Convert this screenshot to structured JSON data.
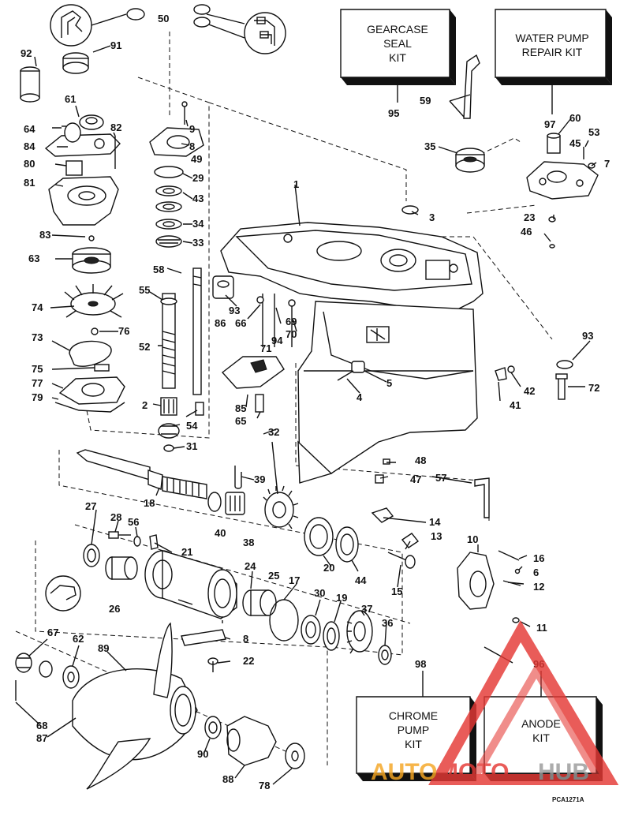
{
  "diagram": {
    "kits": [
      {
        "id": "95",
        "lines": [
          "GEARCASE",
          "SEAL",
          "KIT"
        ]
      },
      {
        "id": "97",
        "lines": [
          "WATER PUMP",
          "REPAIR KIT"
        ]
      },
      {
        "id": "98",
        "lines": [
          "CHROME",
          "PUMP",
          "KIT"
        ]
      },
      {
        "id": "96",
        "lines": [
          "ANODE",
          "KIT"
        ]
      }
    ],
    "part_numbers": [
      "50",
      "91",
      "92",
      "61",
      "64",
      "82",
      "84",
      "9",
      "8",
      "49",
      "80",
      "81",
      "29",
      "43",
      "34",
      "33",
      "83",
      "63",
      "58",
      "55",
      "74",
      "76",
      "73",
      "52",
      "75",
      "77",
      "79",
      "2",
      "54",
      "31",
      "1",
      "3",
      "59",
      "35",
      "60",
      "53",
      "45",
      "7",
      "23",
      "46",
      "93",
      "86",
      "66",
      "69",
      "94",
      "70",
      "71",
      "93",
      "5",
      "4",
      "42",
      "72",
      "41",
      "85",
      "65",
      "32",
      "48",
      "47",
      "57",
      "18",
      "39",
      "27",
      "28",
      "56",
      "40",
      "38",
      "14",
      "13",
      "10",
      "21",
      "24",
      "25",
      "17",
      "30",
      "19",
      "37",
      "36",
      "20",
      "44",
      "15",
      "16",
      "6",
      "12",
      "11",
      "26",
      "8",
      "22",
      "67",
      "62",
      "89",
      "68",
      "87",
      "90",
      "88",
      "78",
      "98",
      "96"
    ],
    "figure_code": "PCA1271A",
    "watermark": {
      "text_a": "AUTO",
      "text_b": "MOTO",
      "text_c": "HUB"
    }
  },
  "colors": {
    "ink": "#111111",
    "background": "#ffffff",
    "watermark_red": "#e53935",
    "watermark_orange": "#f5a623",
    "watermark_gray": "#9a9a9a"
  }
}
